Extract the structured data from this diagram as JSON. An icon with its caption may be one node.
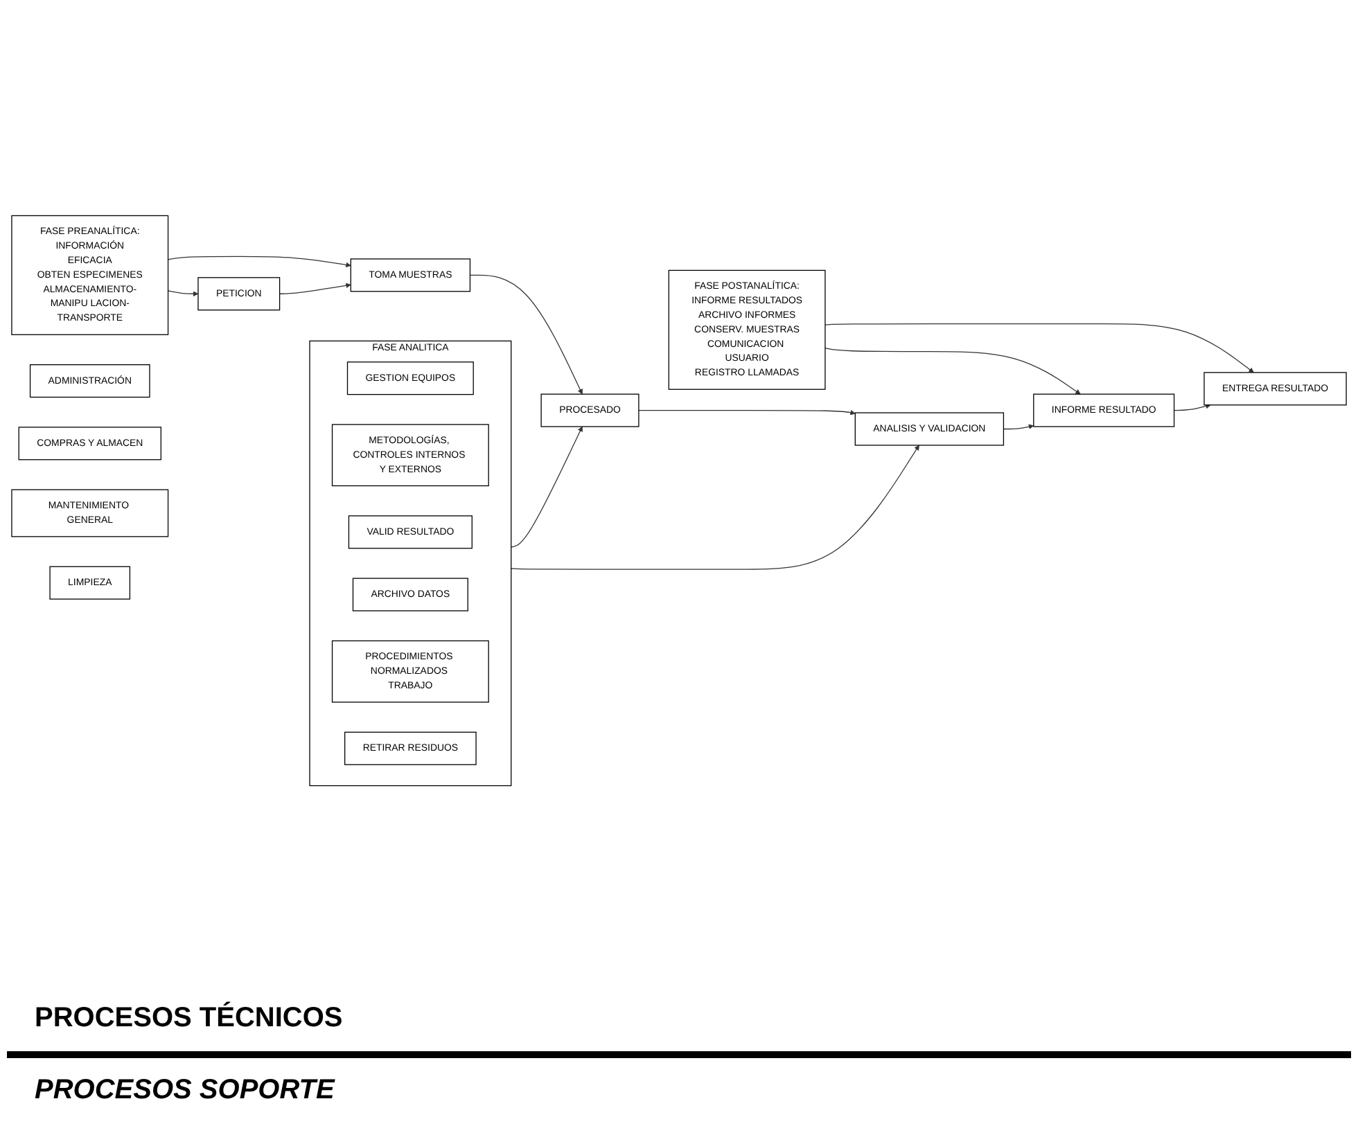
{
  "diagram": {
    "nodes": [
      {
        "text": [
          "FASE PREANALÍTICA:",
          "INFORMACIÓN",
          "EFICACIA",
          "OBTEN ESPECIMENES",
          "ALMACENAMIENTO-MANIPU LACION-TRANSPORTE"
        ]
      },
      {
        "text": [
          "FASE ANALITICA"
        ]
      },
      {
        "text": [
          "GESTION EQUIPOS"
        ],
        "in": 1
      },
      {
        "text": [
          "METODOLOGÍAS, CONTROLES INTERNOS Y EXTERNOS"
        ],
        "in": 1
      },
      {
        "text": [
          "VALID RESULTADO"
        ],
        "in": 1
      },
      {
        "text": [
          "ARCHIVO DATOS"
        ],
        "in": 1
      },
      {
        "text": [
          "PROCEDIMIENTOS NORMALIZADOS TRABAJO"
        ],
        "in": 1
      },
      {
        "text": [
          "RETIRAR RESIDUOS"
        ],
        "in": 1
      },
      {
        "text": [
          "FASE POSTANALÍTICA:",
          "INFORME RESULTADOS",
          "ARCHIVO INFORMES",
          "CONSERV. MUESTRAS",
          "COMUNICACION USUARIO",
          "REGISTRO LLAMADAS"
        ]
      },
      {
        "text": [
          "PETICION"
        ]
      },
      {
        "text": [
          "TOMA MUESTRAS"
        ]
      },
      {
        "text": [
          "PROCESADO"
        ]
      },
      {
        "text": [
          "ANALISIS Y VALIDACION"
        ]
      },
      {
        "text": [
          "INFORME RESULTADO"
        ]
      },
      {
        "text": [
          "ENTREGA RESULTADO"
        ]
      },
      {
        "text": [
          "ADMINISTRACIÓN"
        ]
      },
      {
        "text": [
          "COMPRAS Y ALMACEN"
        ]
      },
      {
        "text": [
          "MANTENIMIENTO GENERAL"
        ]
      },
      {
        "text": [
          "LIMPIEZA"
        ]
      }
    ],
    "edges": [
      {
        "from": 0,
        "to": 9,
        "arrow": "to"
      },
      {
        "from": 0,
        "to": 10,
        "arrow": "to"
      },
      {
        "from": 1,
        "to": 11,
        "arrow": "to"
      },
      {
        "from": 1,
        "to": 12,
        "arrow": "to"
      },
      {
        "from": 8,
        "to": 13,
        "arrow": "to"
      },
      {
        "from": 8,
        "to": 14,
        "arrow": "to"
      },
      {
        "from": 9,
        "to": 10,
        "arrow": "to"
      },
      {
        "from": 10,
        "to": 11,
        "arrow": "to"
      },
      {
        "from": 11,
        "to": 12,
        "arrow": "to"
      },
      {
        "from": 12,
        "to": 13,
        "arrow": "to"
      },
      {
        "from": 13,
        "to": 14,
        "arrow": "to"
      }
    ],
    "labels": [
      "PROCESOS TÉCNICOS",
      "PROCESOS SOPORTE"
    ]
  }
}
